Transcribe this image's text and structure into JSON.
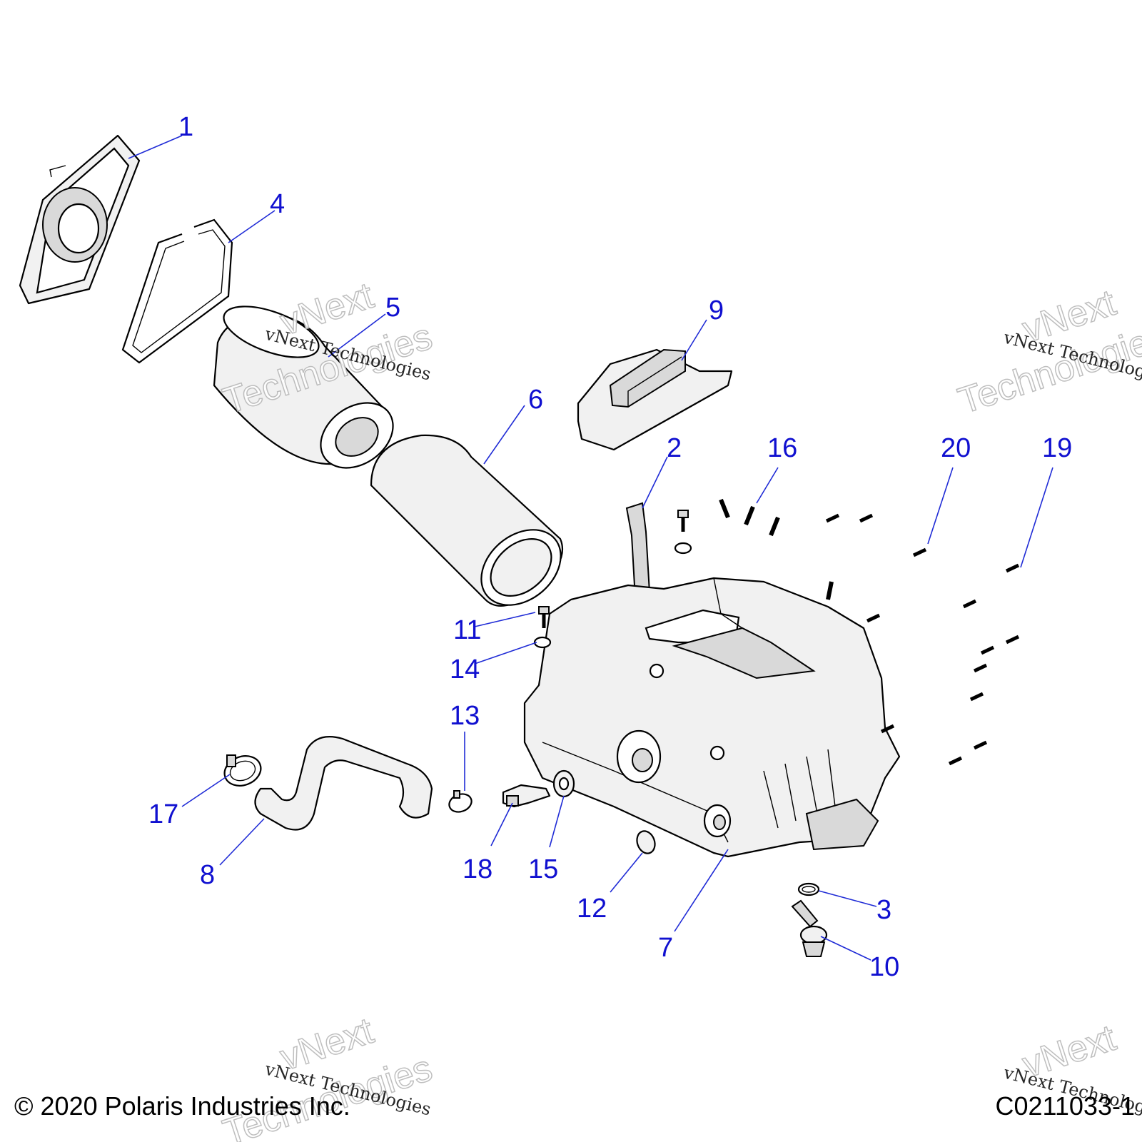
{
  "callouts": {
    "c1": "1",
    "c2": "2",
    "c3": "3",
    "c4": "4",
    "c5": "5",
    "c6": "6",
    "c7": "7",
    "c8": "8",
    "c9": "9",
    "c10": "10",
    "c11": "11",
    "c12": "12",
    "c13": "13",
    "c14": "14",
    "c15": "15",
    "c16": "16",
    "c17": "17",
    "c18": "18",
    "c19": "19",
    "c20": "20"
  },
  "watermark": {
    "line_text": "vNext Technologies",
    "big_top": "vNext",
    "big_bottom": "Technologies"
  },
  "footer": {
    "copyright": "© 2020 Polaris Industries Inc.",
    "doc_number": "C0211033-1"
  },
  "colors": {
    "callout": "#1010d0",
    "leader": "#1f2bd6"
  }
}
